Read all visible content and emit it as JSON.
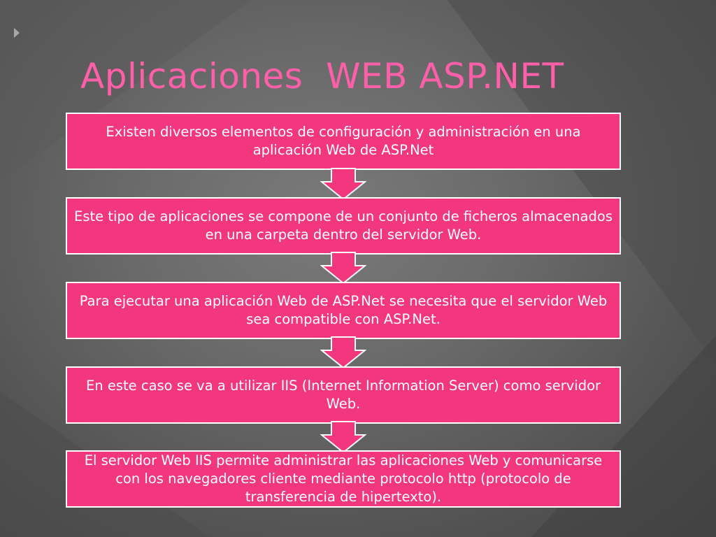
{
  "slide": {
    "title": "Aplicaciones  WEB ASP.NET"
  },
  "colors": {
    "title": "#ff5fa8",
    "box_fill": "#f2377f",
    "box_border": "#ffffff",
    "box_text": "#ffffff",
    "arrow_fill": "#f2377f",
    "background": "#666666"
  },
  "flow": {
    "steps": [
      {
        "text": "Existen diversos elementos de configuración y administración en una aplicación Web de ASP.Net"
      },
      {
        "text": "Este tipo de aplicaciones se compone de un conjunto de ficheros almacenados en una carpeta dentro del servidor Web."
      },
      {
        "text": "Para ejecutar una aplicación Web de ASP.Net se necesita que el servidor Web sea compatible con ASP.Net."
      },
      {
        "text": "En este caso se va a utilizar IIS (Internet Information Server) como servidor Web."
      },
      {
        "text": "El servidor Web IIS permite administrar las aplicaciones Web y comunicarse con los navegadores cliente mediante protocolo http (protocolo de transferencia de hipertexto)."
      }
    ]
  }
}
